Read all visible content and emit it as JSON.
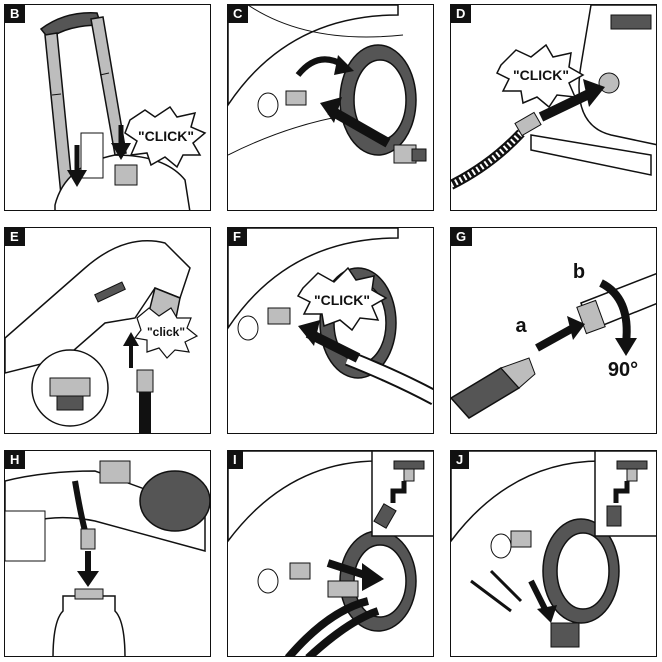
{
  "panels": [
    {
      "id": "B",
      "label": "B",
      "callout": "\"CLICK\""
    },
    {
      "id": "C",
      "label": "C"
    },
    {
      "id": "D",
      "label": "D",
      "callout": "\"CLICK\""
    },
    {
      "id": "E",
      "label": "E",
      "callout": "\"click\""
    },
    {
      "id": "F",
      "label": "F",
      "callout": "\"CLICK\""
    },
    {
      "id": "G",
      "label": "G",
      "step_a": "a",
      "step_b": "b",
      "angle": "90°"
    },
    {
      "id": "H",
      "label": "H"
    },
    {
      "id": "I",
      "label": "I"
    },
    {
      "id": "J",
      "label": "J"
    }
  ],
  "colors": {
    "line": "#111111",
    "fill_gray": "#bdbdbd",
    "fill_dark": "#555555",
    "background": "#ffffff"
  },
  "icons": [
    "arrow-icon",
    "faucet-icon",
    "click-burst-icon",
    "rotate-arrow-icon"
  ]
}
